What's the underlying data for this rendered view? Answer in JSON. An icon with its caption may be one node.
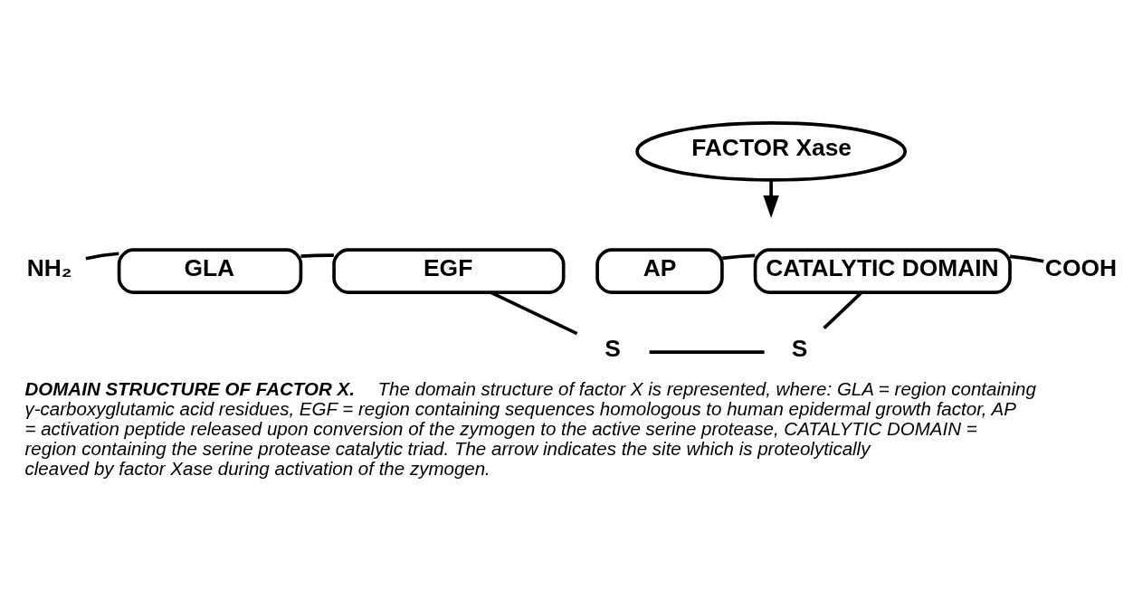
{
  "diagram": {
    "caption": "**DOMAIN STRUCTURE OF FACTOR X.** The domain structure of factor X is represented, where: GLA = region containing γ-carboxyglutamic acid residues, EGF = region containing sequences homologous to human epidermal growth factor, AP = activation peptide released upon conversion of the zymogen to the active serine protease, CATALYTIC DOMAIN = region containing the serine protease catalytic triad. The arrow indicates the site which is proteolytically cleaved by factor Xase during activation of the zymogen.",
    "nodes": [
      {
        "text": [
          "NH₂"
        ]
      },
      {
        "text": [
          "GLA"
        ]
      },
      {
        "text": [
          "EGF"
        ]
      },
      {
        "text": [
          "AP"
        ]
      },
      {
        "text": [
          "CATALYTIC DOMAIN"
        ]
      },
      {
        "text": [
          "COOH"
        ]
      },
      {
        "text": [
          "FACTOR Xase"
        ]
      },
      {
        "text": [
          "S"
        ]
      },
      {
        "text": [
          "S"
        ]
      }
    ],
    "edges": [
      {
        "from": 0,
        "to": 1,
        "arrow": "none"
      },
      {
        "from": 1,
        "to": 2,
        "arrow": "none"
      },
      {
        "from": 3,
        "to": 4,
        "arrow": "none"
      },
      {
        "from": 4,
        "to": 5,
        "arrow": "none"
      },
      {
        "from": 6,
        "to": null,
        "arrow": "to"
      },
      {
        "from": 2,
        "to": 7,
        "arrow": "none"
      },
      {
        "from": 4,
        "to": 8,
        "arrow": "none"
      },
      {
        "from": 7,
        "to": 8,
        "arrow": "none"
      }
    ]
  }
}
